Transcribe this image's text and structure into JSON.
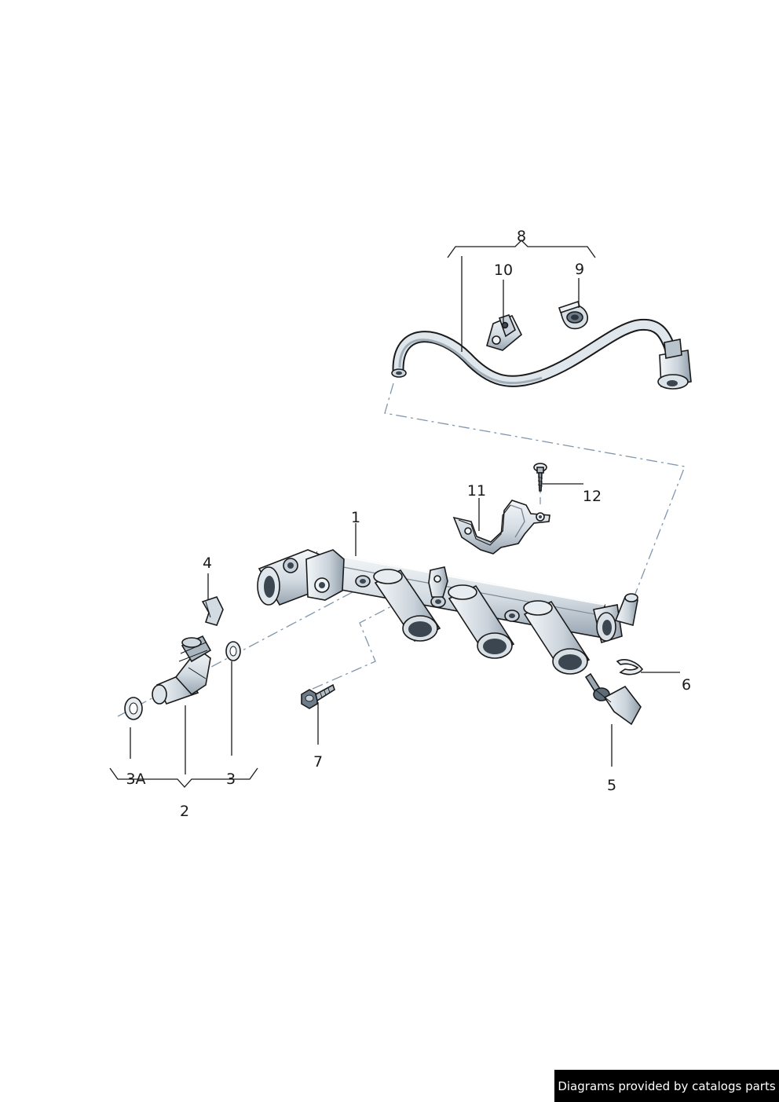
{
  "callouts": {
    "c1": "1",
    "c2": "2",
    "c3": "3",
    "c3a": "3A",
    "c4": "4",
    "c5": "5",
    "c6": "6",
    "c7": "7",
    "c8": "8",
    "c9": "9",
    "c10": "10",
    "c11": "11",
    "c12": "12"
  },
  "footer": {
    "text": "Diagrams provided by catalogs parts"
  },
  "colors": {
    "line": "#1a1a1a",
    "dash": "#7f96ad",
    "metal_light": "#f2f5f7",
    "metal_dark": "#9aa6b1",
    "footer_bg": "#000000",
    "footer_text": "#ffffff"
  }
}
